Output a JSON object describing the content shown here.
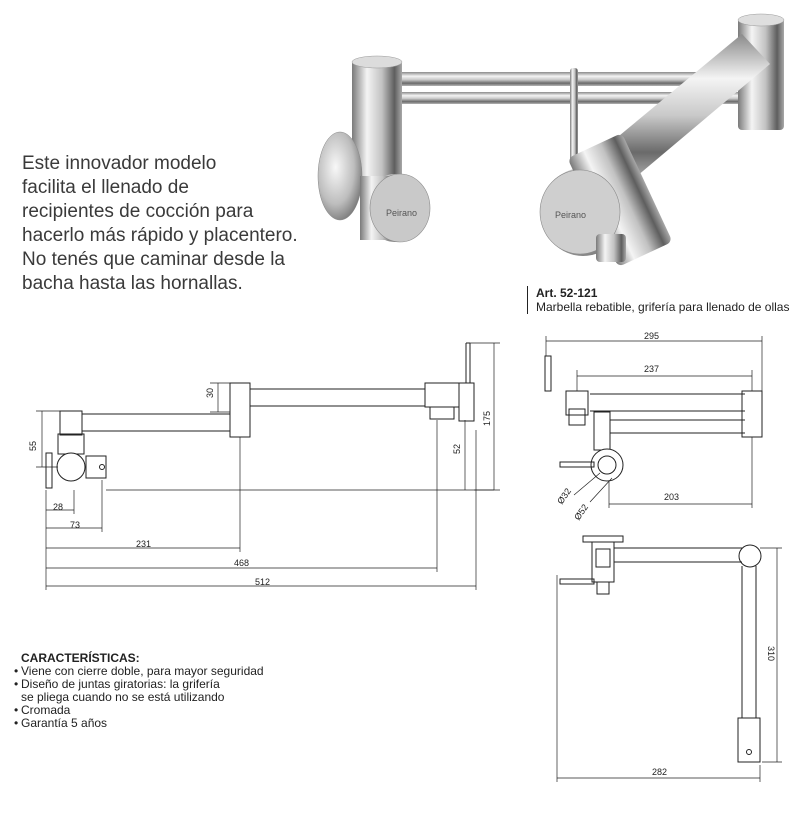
{
  "intro": {
    "lines": [
      "Este innovador modelo",
      "facilita el llenado de",
      "recipientes de cocción para",
      "hacerlo más rápido y placentero.",
      "No tenés que caminar desde la",
      "bacha hasta las hornallas."
    ]
  },
  "product": {
    "brand": "Peirano",
    "article": "Art. 52-121",
    "description": "Marbella rebatible, grifería para llenado de ollas"
  },
  "features": {
    "title": "CARACTERÍSTICAS:",
    "items": [
      "Viene con cierre doble, para mayor seguridad",
      "Diseño de juntas giratorias: la grifería se pliega cuando no se está utilizando",
      "Cromada",
      "Garantía 5 años"
    ]
  },
  "dimensions": {
    "side_view": {
      "d30": "30",
      "d175": "175",
      "d55": "55",
      "d52": "52",
      "d28": "28",
      "d73": "73",
      "d231": "231",
      "d468": "468",
      "d512": "512"
    },
    "top_view": {
      "d295": "295",
      "d237": "237",
      "d32": "Ø32",
      "d52": "Ø52",
      "d203": "203"
    },
    "folded_view": {
      "d310": "310",
      "d282": "282"
    }
  },
  "colors": {
    "line": "#222222",
    "chrome_light": "#f2f2f2",
    "chrome_mid": "#b8b8b8",
    "chrome_dark": "#6e6e6e"
  }
}
